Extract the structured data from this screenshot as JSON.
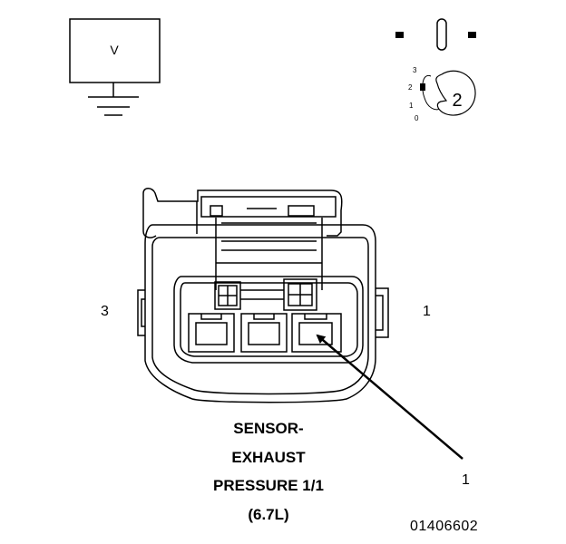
{
  "symbol": {
    "voltage_label": "V"
  },
  "indicator": {
    "scale_labels": [
      "3",
      "2",
      "1",
      "0"
    ],
    "position_value": "2"
  },
  "connector": {
    "cavity_label_left": "3",
    "cavity_label_right": "1",
    "callout_label": "1"
  },
  "caption": {
    "lines": [
      "SENSOR-",
      "EXHAUST",
      "PRESSURE 1/1",
      "(6.7L)"
    ]
  },
  "figure_number": "01406602",
  "colors": {
    "ink": "#000000",
    "background": "#ffffff"
  }
}
